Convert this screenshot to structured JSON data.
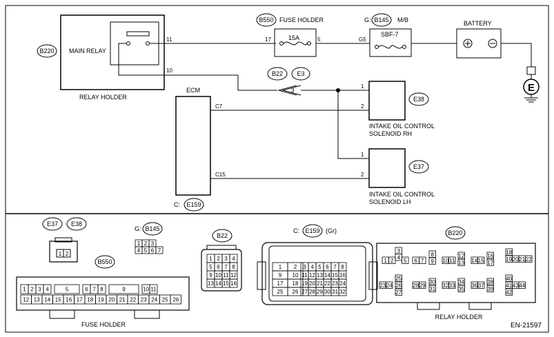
{
  "page": {
    "code": "EN-21597"
  },
  "relay_holder": {
    "box_label": "RELAY HOLDER",
    "relay_label": "MAIN RELAY",
    "connector_id": "B220",
    "pin_out": "11",
    "pin_coil": "10"
  },
  "fuse_holder": {
    "connector_id": "B550",
    "label": "FUSE HOLDER",
    "fuse_rating": "15A",
    "pin_in": "17",
    "pin_out": "5"
  },
  "mb": {
    "prefix": "G:",
    "connector_id": "B145",
    "label": "M/B",
    "pin": "G5",
    "fuse_name": "SBF-7"
  },
  "battery": {
    "label": "BATTERY",
    "ground_label": "E",
    "plus_icon": "plus-icon",
    "minus_icon": "minus-icon"
  },
  "junction": {
    "id_left": "B22",
    "id_right": "E3",
    "pin": "3"
  },
  "ecm": {
    "label": "ECM",
    "prefix": "C:",
    "connector_id": "E159",
    "pin_c7": "C7",
    "pin_c15": "C15"
  },
  "solenoid_rh": {
    "connector_id": "E38",
    "line1": "INTAKE OIL CONTROL",
    "line2": "SOLENOID RH",
    "pin1": "1",
    "pin2": "2"
  },
  "solenoid_lh": {
    "connector_id": "E37",
    "line1": "INTAKE OIL CONTROL",
    "line2": "SOLENOID LH",
    "pin1": "1",
    "pin2": "2"
  },
  "connectors": {
    "e37_e38": {
      "id1": "E37",
      "id2": "E38",
      "pins": [
        "1",
        "2"
      ]
    },
    "b145": {
      "prefix": "G:",
      "id": "B145",
      "rows": [
        [
          "1",
          "2",
          "3"
        ],
        [
          "4",
          "5",
          "6",
          "7"
        ]
      ]
    },
    "b22": {
      "id": "B22",
      "pins": [
        "1",
        "2",
        "3",
        "4",
        "5",
        "6",
        "7",
        "8",
        "9",
        "10",
        "11",
        "12",
        "13",
        "14",
        "15",
        "16"
      ]
    },
    "e159": {
      "prefix": "C:",
      "id": "E159",
      "color": "(Gr)",
      "left_rows": [
        [
          "1",
          "2"
        ],
        [
          "9",
          "10"
        ],
        [
          "17",
          "18"
        ],
        [
          "25",
          "26"
        ]
      ],
      "right_rows": [
        [
          "3",
          "4",
          "5",
          "6",
          "7",
          "8"
        ],
        [
          "11",
          "12",
          "13",
          "14",
          "15",
          "16"
        ],
        [
          "19",
          "20",
          "21",
          "22",
          "23",
          "24"
        ],
        [
          "27",
          "28",
          "29",
          "30",
          "31",
          "32"
        ]
      ]
    },
    "b550": {
      "id": "B550",
      "label": "FUSE HOLDER",
      "top": [
        "1",
        "2",
        "3",
        "4",
        "5",
        "6",
        "7",
        "8",
        "9",
        "10",
        "11"
      ],
      "bottom": [
        "12",
        "13",
        "14",
        "15",
        "16",
        "17",
        "18",
        "19",
        "20",
        "21",
        "22",
        "23",
        "24",
        "25",
        "26"
      ]
    },
    "b220": {
      "id": "B220",
      "label": "RELAY HOLDER",
      "pins": [
        "1",
        "2",
        "3",
        "4",
        "5",
        "6",
        "7",
        "8",
        "9",
        "10",
        "11",
        "12",
        "13",
        "14",
        "15",
        "16",
        "17",
        "18",
        "19",
        "20",
        "21",
        "22",
        "23",
        "24",
        "25",
        "26",
        "27",
        "28",
        "29",
        "30",
        "31",
        "32",
        "33",
        "34",
        "35",
        "36",
        "37",
        "38",
        "39",
        "40",
        "41",
        "42",
        "43",
        "44"
      ]
    }
  },
  "colors": {
    "line": "#000000",
    "background": "#ffffff"
  }
}
